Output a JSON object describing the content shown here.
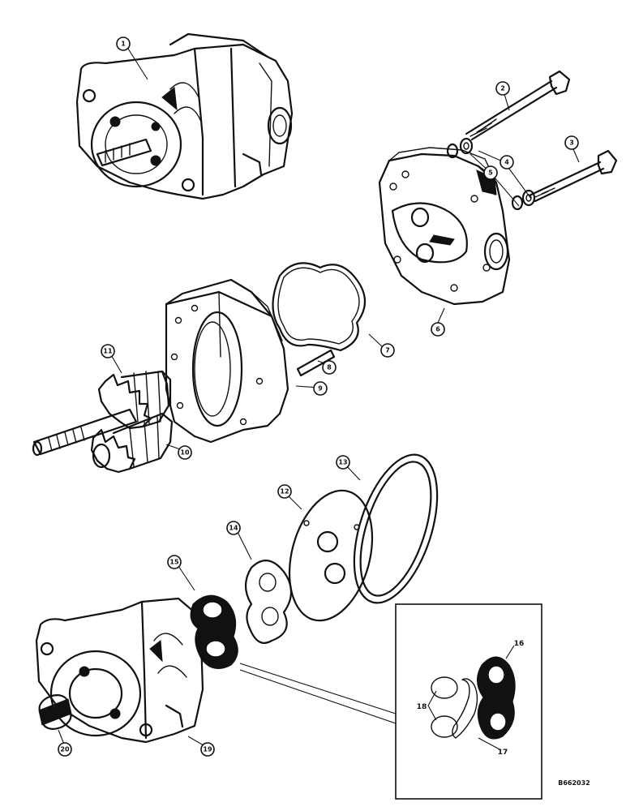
{
  "callouts": [
    "1",
    "2",
    "3",
    "4",
    "5",
    "6",
    "7",
    "8",
    "9",
    "10",
    "11",
    "12",
    "13",
    "14",
    "15",
    "16",
    "17",
    "18",
    "19",
    "20"
  ],
  "drawing_number": "B662032"
}
